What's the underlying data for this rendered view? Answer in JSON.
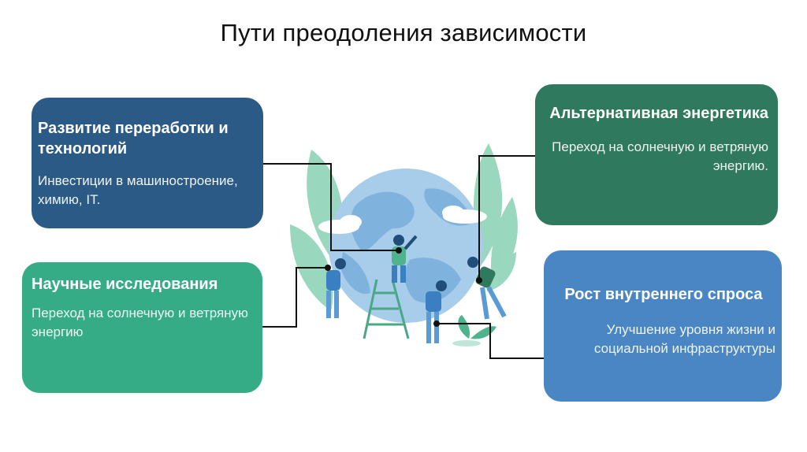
{
  "title": "Пути преодоления зависимости",
  "cards": {
    "top_left": {
      "heading": "Развитие переработки и технологий",
      "text": "Инвестиции в машиностроение, химию, IT."
    },
    "bottom_left": {
      "heading": "Научные исследования",
      "text": "Переход на солнечную и ветряную энергию"
    },
    "top_right": {
      "heading": "Альтернативная энергетика",
      "text": "Переход на солнечную и ветряную энергию."
    },
    "bottom_right": {
      "heading": "Рост внутреннего спроса",
      "text": "Улучшение уровня жизни и социальной инфраструктуры"
    }
  },
  "colors": {
    "top_left": "#2c5a86",
    "bottom_left": "#36ac86",
    "top_right": "#2f7a5e",
    "bottom_right": "#4a86c4"
  },
  "icons": [
    "globe-illustration",
    "leaf-icon",
    "worker-figure",
    "ladder-icon",
    "plant-icon"
  ]
}
